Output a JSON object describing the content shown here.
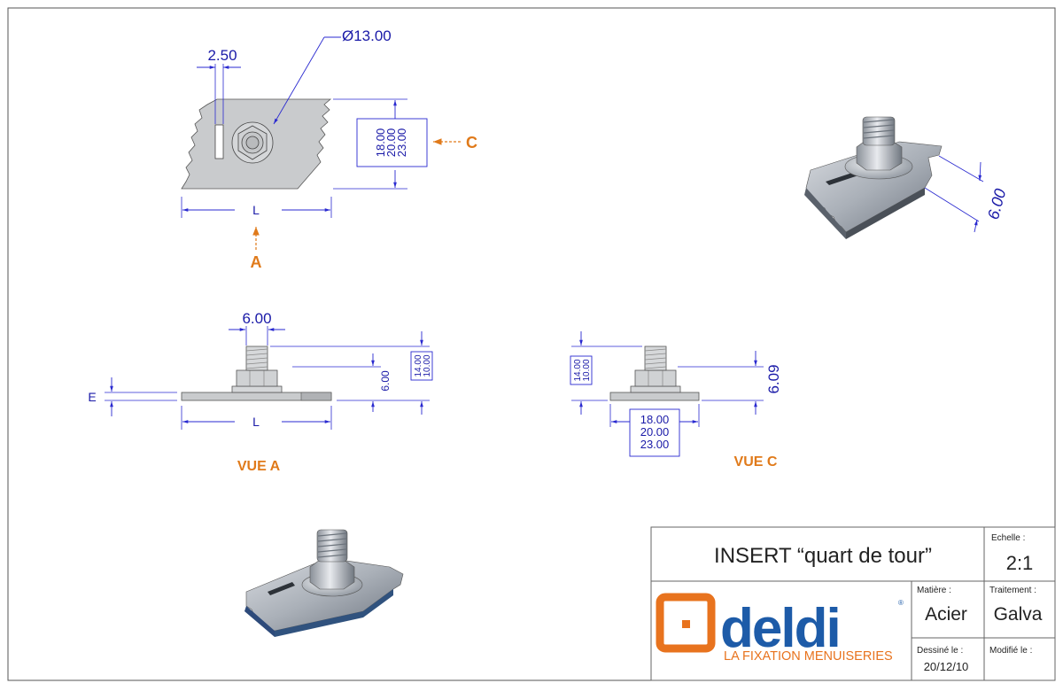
{
  "dimensions": {
    "diameter": "Ø13.00",
    "slot_width": "2.50",
    "top_stack": [
      "18.00",
      "20.00",
      "23.00"
    ],
    "length_label": "L",
    "view_a_width": "6.00",
    "view_a_height": "6.00",
    "view_a_stack": [
      "14.00",
      "10.00"
    ],
    "thickness_label": "E",
    "view_c_stack": [
      "14.00",
      "10.00"
    ],
    "view_c_height": "6.09",
    "view_c_bottom_stack": [
      "18.00",
      "20.00",
      "23.00"
    ],
    "iso_dim": "6.00"
  },
  "view_labels": {
    "arrow_a": "A",
    "arrow_c": "C",
    "vue_a": "VUE A",
    "vue_c": "VUE C"
  },
  "title_block": {
    "title": "INSERT “quart de tour”",
    "echelle_label": "Echelle :",
    "echelle_value": "2:1",
    "matiere_label": "Matière :",
    "matiere_value": "Acier",
    "traitement_label": "Traitement :",
    "traitement_value": "Galva",
    "dessine_label": "Dessiné le :",
    "dessine_value": "20/12/10",
    "modifie_label": "Modifié le :",
    "modifie_value": ""
  },
  "logo": {
    "brand": "deldi",
    "tagline": "LA FIXATION MENUISERIES",
    "registered": "®"
  },
  "colors": {
    "dimension_blue": "#1a1aa8",
    "view_orange": "#e07a1a",
    "logo_blue": "#1d5ba8",
    "logo_orange": "#e8731e"
  }
}
